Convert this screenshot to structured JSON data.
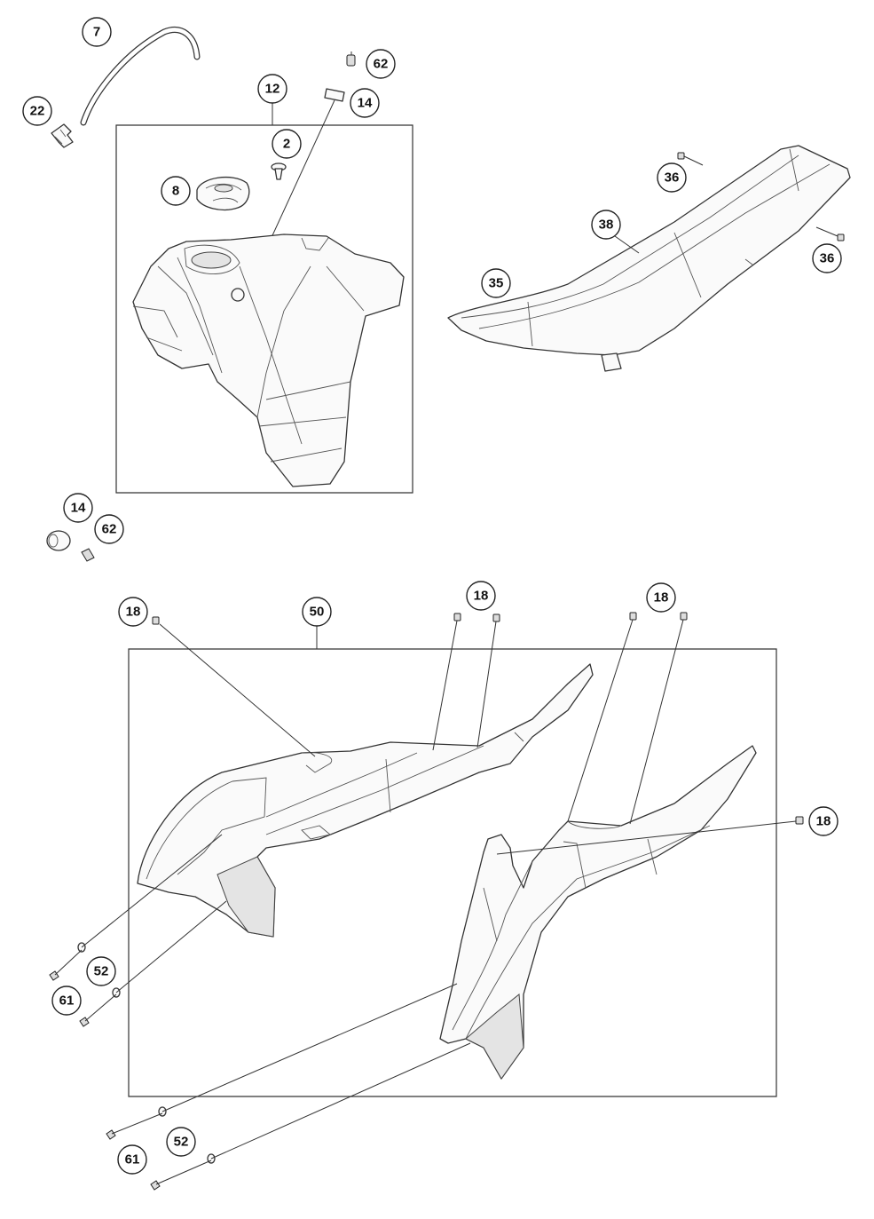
{
  "callouts": {
    "c7": "7",
    "c22": "22",
    "c62a": "62",
    "c14a": "14",
    "c12": "12",
    "c2": "2",
    "c8": "8",
    "c36a": "36",
    "c36b": "36",
    "c38": "38",
    "c35": "35",
    "c14b": "14",
    "c62b": "62",
    "c18a": "18",
    "c50": "50",
    "c18b": "18",
    "c18c": "18",
    "c18d": "18",
    "c52a": "52",
    "c61a": "61",
    "c52b": "52",
    "c61b": "61"
  },
  "colors": {
    "line": "#333333",
    "background": "#ffffff"
  }
}
